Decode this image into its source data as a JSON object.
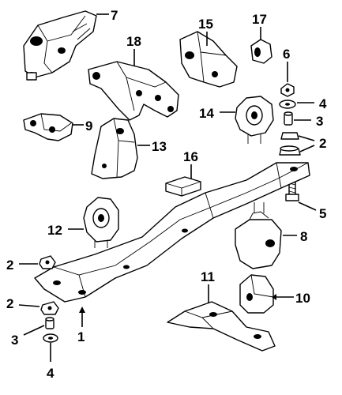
{
  "callouts": {
    "c7": "7",
    "c15": "15",
    "c17": "17",
    "c18": "18",
    "c6": "6",
    "c4a": "4",
    "c14": "14",
    "c3a": "3",
    "c2a": "2",
    "c9": "9",
    "c13": "13",
    "c16": "16",
    "c5": "5",
    "c12": "12",
    "c8": "8",
    "c2b": "2",
    "c11": "11",
    "c10": "10",
    "c2c": "2",
    "c1": "1",
    "c3b": "3",
    "c4b": "4"
  }
}
